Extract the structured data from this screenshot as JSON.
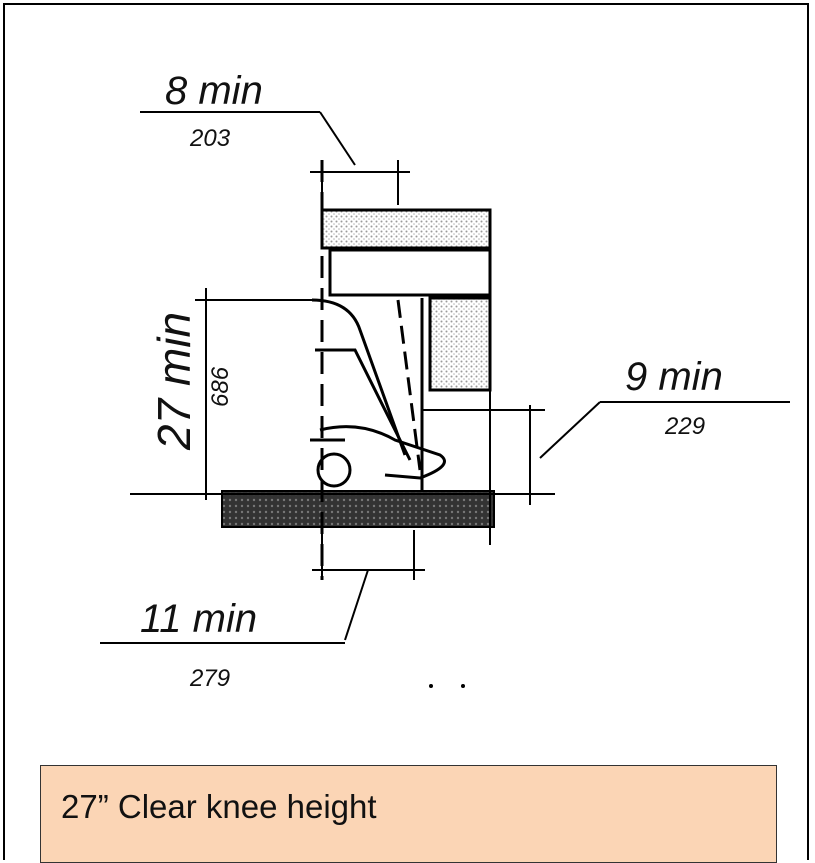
{
  "dimensions": {
    "top_width": {
      "inches": "8 min",
      "mm": "203"
    },
    "knee_height": {
      "inches": "27 min",
      "mm": "686"
    },
    "toe_height": {
      "inches": "9 min",
      "mm": "229"
    },
    "knee_depth": {
      "inches": "11 min",
      "mm": "279"
    }
  },
  "caption": "27” Clear knee height",
  "colors": {
    "caption_bg": "#fbd5b5",
    "hatch": "#cfcfcf",
    "floor": "#222222"
  }
}
